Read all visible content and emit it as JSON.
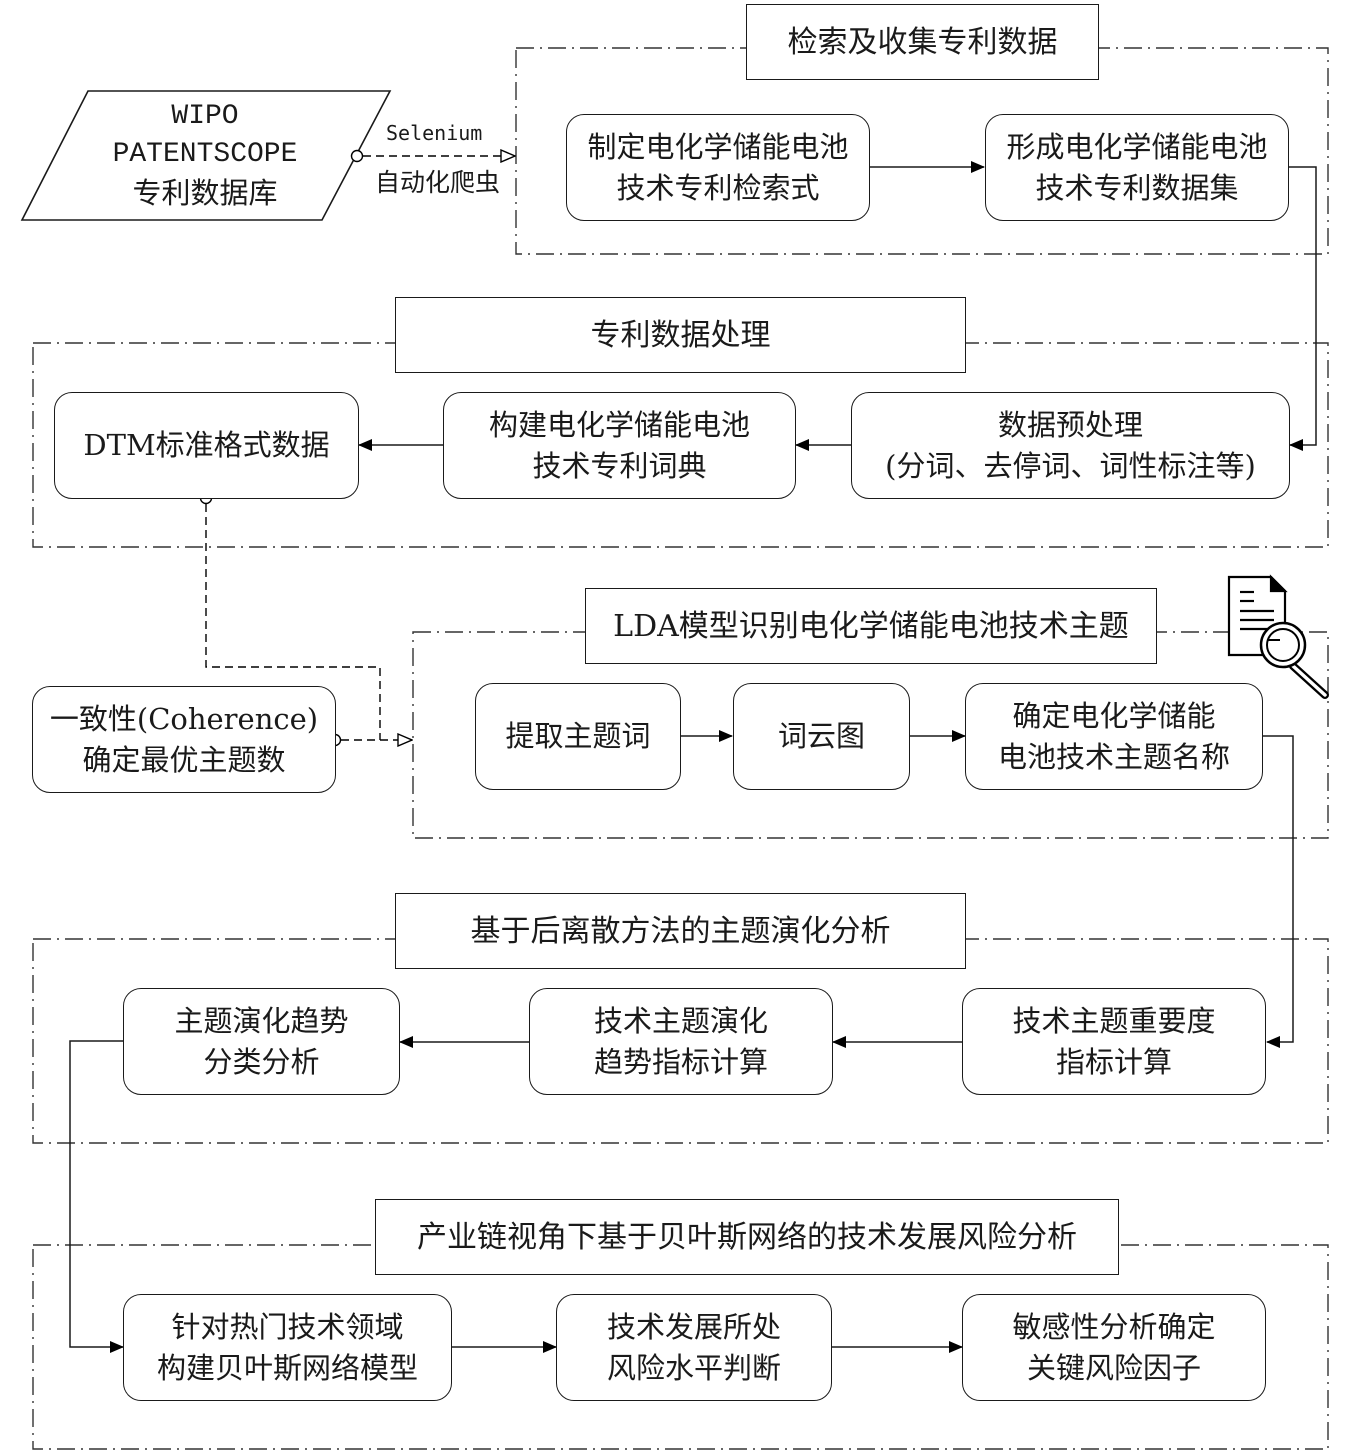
{
  "diagram": {
    "source": {
      "lines": [
        "WIPO",
        "PATENTSCOPE",
        "专利数据库"
      ],
      "connector_label_top": "Selenium",
      "connector_label_bottom": "自动化爬虫"
    },
    "sections": [
      {
        "title": "检索及收集专利数据",
        "nodes": [
          {
            "lines": [
              "制定电化学储能电池",
              "技术专利检索式"
            ]
          },
          {
            "lines": [
              "形成电化学储能电池",
              "技术专利数据集"
            ]
          }
        ]
      },
      {
        "title": "专利数据处理",
        "nodes": [
          {
            "lines": [
              "数据预处理",
              "(分词、去停词、词性标注等)"
            ]
          },
          {
            "lines": [
              "构建电化学储能电池",
              "技术专利词典"
            ]
          },
          {
            "lines": [
              "DTM标准格式数据"
            ]
          }
        ]
      },
      {
        "title": "LDA模型识别电化学储能电池技术主题",
        "nodes": [
          {
            "lines": [
              "提取主题词"
            ]
          },
          {
            "lines": [
              "词云图"
            ]
          },
          {
            "lines": [
              "确定电化学储能",
              "电池技术主题名称"
            ]
          }
        ],
        "side_node": {
          "lines": [
            "一致性(Coherence)",
            "确定最优主题数"
          ]
        },
        "icon": "document-search-icon"
      },
      {
        "title": "基于后离散方法的主题演化分析",
        "nodes": [
          {
            "lines": [
              "技术主题重要度",
              "指标计算"
            ]
          },
          {
            "lines": [
              "技术主题演化",
              "趋势指标计算"
            ]
          },
          {
            "lines": [
              "主题演化趋势",
              "分类分析"
            ]
          }
        ]
      },
      {
        "title": "产业链视角下基于贝叶斯网络的技术发展风险分析",
        "nodes": [
          {
            "lines": [
              "针对热门技术领域",
              "构建贝叶斯网络模型"
            ]
          },
          {
            "lines": [
              "技术发展所处",
              "风险水平判断"
            ]
          },
          {
            "lines": [
              "敏感性分析确定",
              "关键风险因子"
            ]
          }
        ]
      }
    ],
    "colors": {
      "stroke": "#1a1a1a",
      "frame": "#333333",
      "background": "#ffffff"
    }
  }
}
